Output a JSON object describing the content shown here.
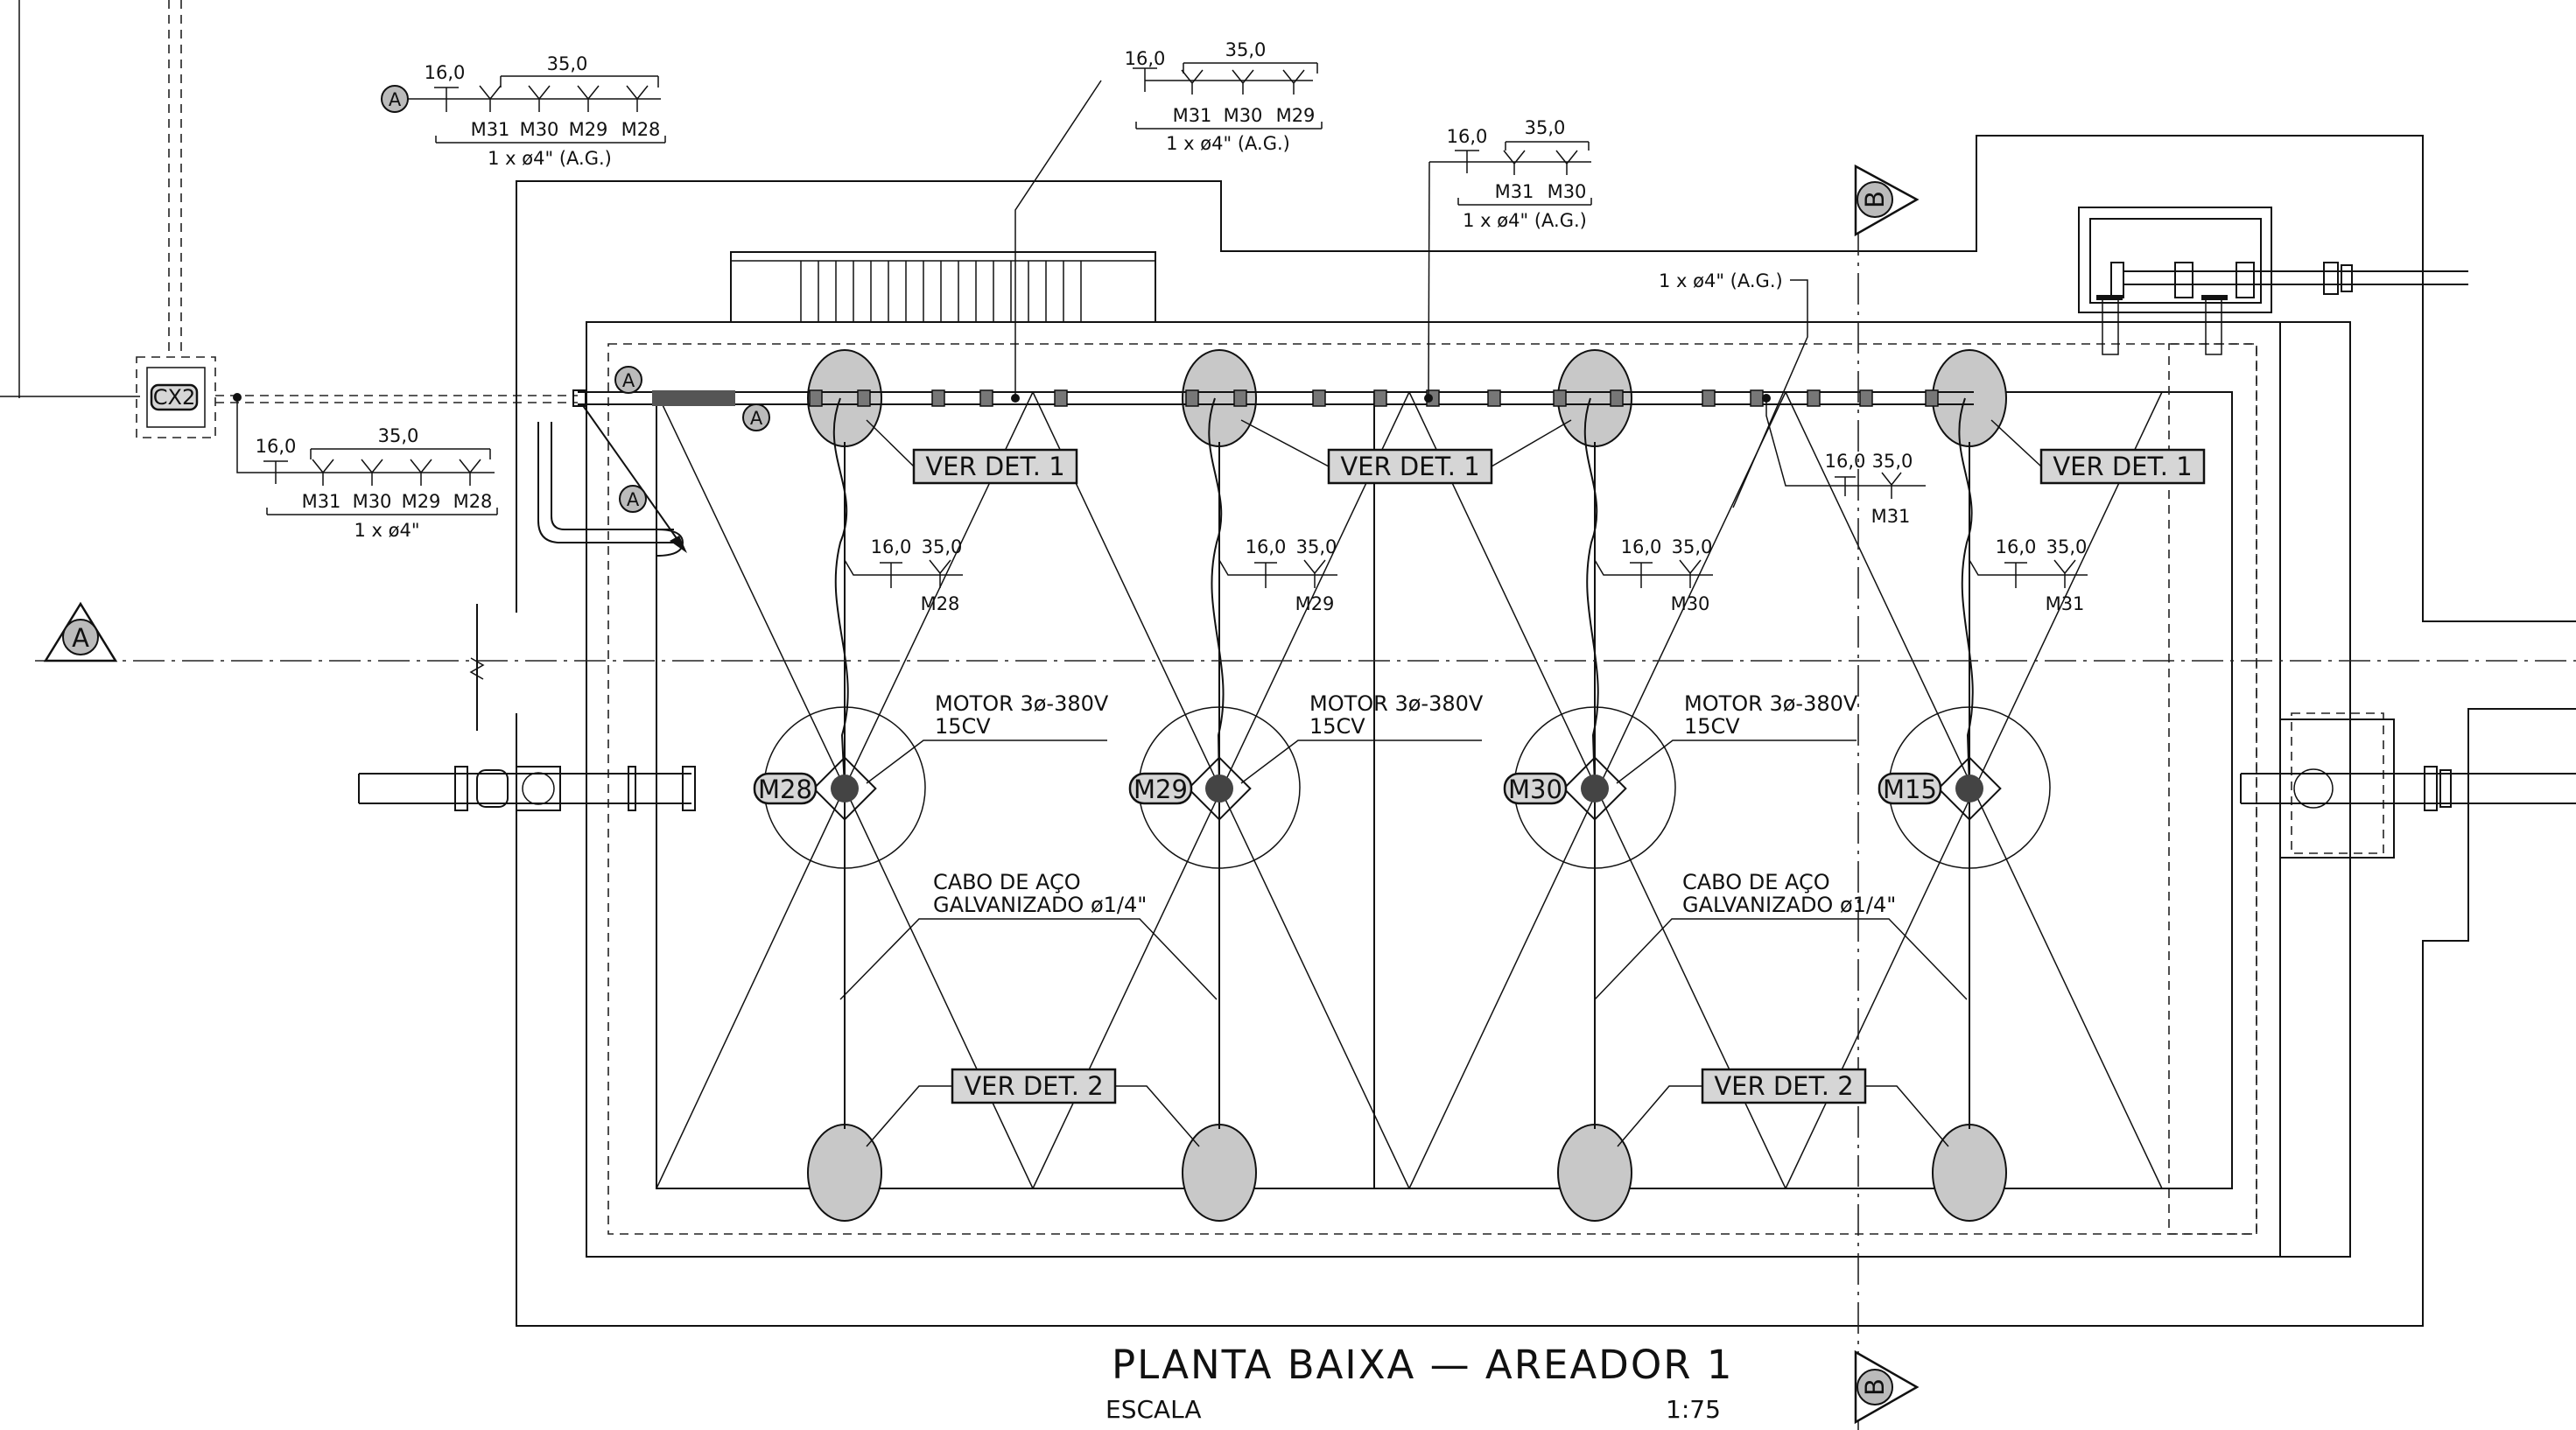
{
  "title": "PLANTA BAIXA — AREADOR 1",
  "scale_label": "ESCALA",
  "scale_value": "1:75",
  "cx_label": "CX2",
  "section_a": "A",
  "section_b": "B",
  "pipe_callouts": {
    "top_left": {
      "d1": "16,0",
      "d2": "35,0",
      "m": [
        "M31",
        "M30",
        "M29",
        "M28"
      ],
      "pipe": "1 x ø4\" (A.G.)"
    },
    "top_mid": {
      "d1": "16,0",
      "d2": "35,0",
      "m": [
        "M31",
        "M30",
        "M29"
      ],
      "pipe": "1 x ø4\" (A.G.)"
    },
    "top_right": {
      "d1": "16,0",
      "d2": "35,0",
      "m": [
        "M31",
        "M30"
      ],
      "pipe": "1 x ø4\" (A.G.)"
    },
    "left_low": {
      "d1": "16,0",
      "d2": "35,0",
      "m": [
        "M31",
        "M30",
        "M29",
        "M28"
      ],
      "pipe": "1 x ø4\""
    },
    "right_pipe": "1 x ø4\" (A.G.)",
    "branch": {
      "d1": "16,0",
      "d2": "35,0",
      "m": "M31"
    }
  },
  "feeders": [
    {
      "d1": "16,0",
      "d2": "35,0",
      "m": "M28"
    },
    {
      "d1": "16,0",
      "d2": "35,0",
      "m": "M29"
    },
    {
      "d1": "16,0",
      "d2": "35,0",
      "m": "M30"
    },
    {
      "d1": "16,0",
      "d2": "35,0",
      "m": "M31"
    }
  ],
  "aerators": [
    "M28",
    "M29",
    "M30",
    "M15"
  ],
  "motor_line1": "MOTOR 3ø-380V",
  "motor_line2": "15CV",
  "cable_line1": "CABO DE AÇO",
  "cable_line2": "GALVANIZADO ø1/4\"",
  "det1": "VER DET. 1",
  "det2": "VER DET. 2"
}
